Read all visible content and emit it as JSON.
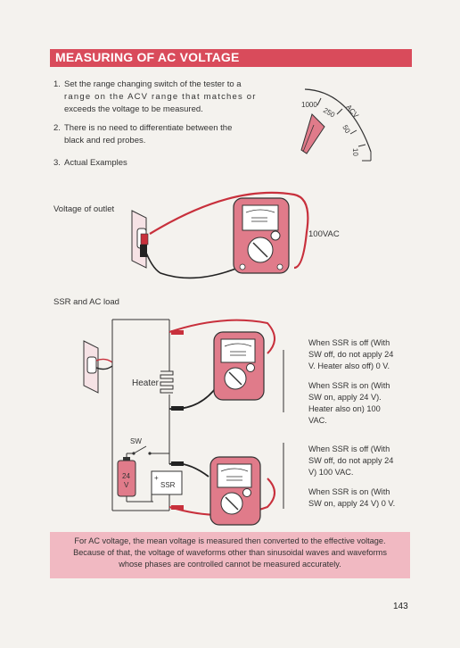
{
  "title": "MEASURING OF AC VOLTAGE",
  "steps": [
    {
      "num": "1.",
      "lines": [
        "Set the range changing switch of the tester to a",
        "range on the ACV range that matches or",
        "exceeds the voltage to be measured."
      ]
    },
    {
      "num": "2.",
      "lines": [
        "There is no need to differentiate between the",
        "black and red probes."
      ]
    },
    {
      "num": "3.",
      "lines": [
        "Actual Examples"
      ]
    }
  ],
  "dial": {
    "labels": [
      "1000",
      "250",
      "ACV",
      "50",
      "10"
    ]
  },
  "outlet_section": {
    "label": "Voltage of outlet",
    "reading": "100VAC"
  },
  "ssr_section": {
    "label": "SSR and AC load",
    "heater_label": "Heater",
    "sw_label": "SW",
    "battery_label": [
      "24",
      "V"
    ],
    "ssr_label": "SSR",
    "ssr_plus": "+",
    "notes_top": [
      "When SSR is off (With",
      "SW off, do not apply 24",
      "V. Heater also off) 0 V.",
      "",
      "When SSR is on (With",
      "SW on, apply 24 V).",
      "Heater also on) 100",
      "VAC."
    ],
    "notes_bottom": [
      "When SSR is off (With",
      "SW off, do not apply 24",
      "V) 100 VAC.",
      "",
      "When SSR is on (With",
      "SW on, apply 24 V) 0 V."
    ]
  },
  "footer": [
    "For AC voltage, the mean voltage is measured then converted to the effective voltage.",
    "Because of that, the voltage of waveforms other than sinusoidal waves and waveforms",
    "whose phases are controlled cannot be measured accurately."
  ],
  "page_number": "143",
  "colors": {
    "accent": "#d94b5b",
    "meter": "#e07b8a",
    "footer_band": "#f1b9c2",
    "probe_red": "#c8303c"
  }
}
